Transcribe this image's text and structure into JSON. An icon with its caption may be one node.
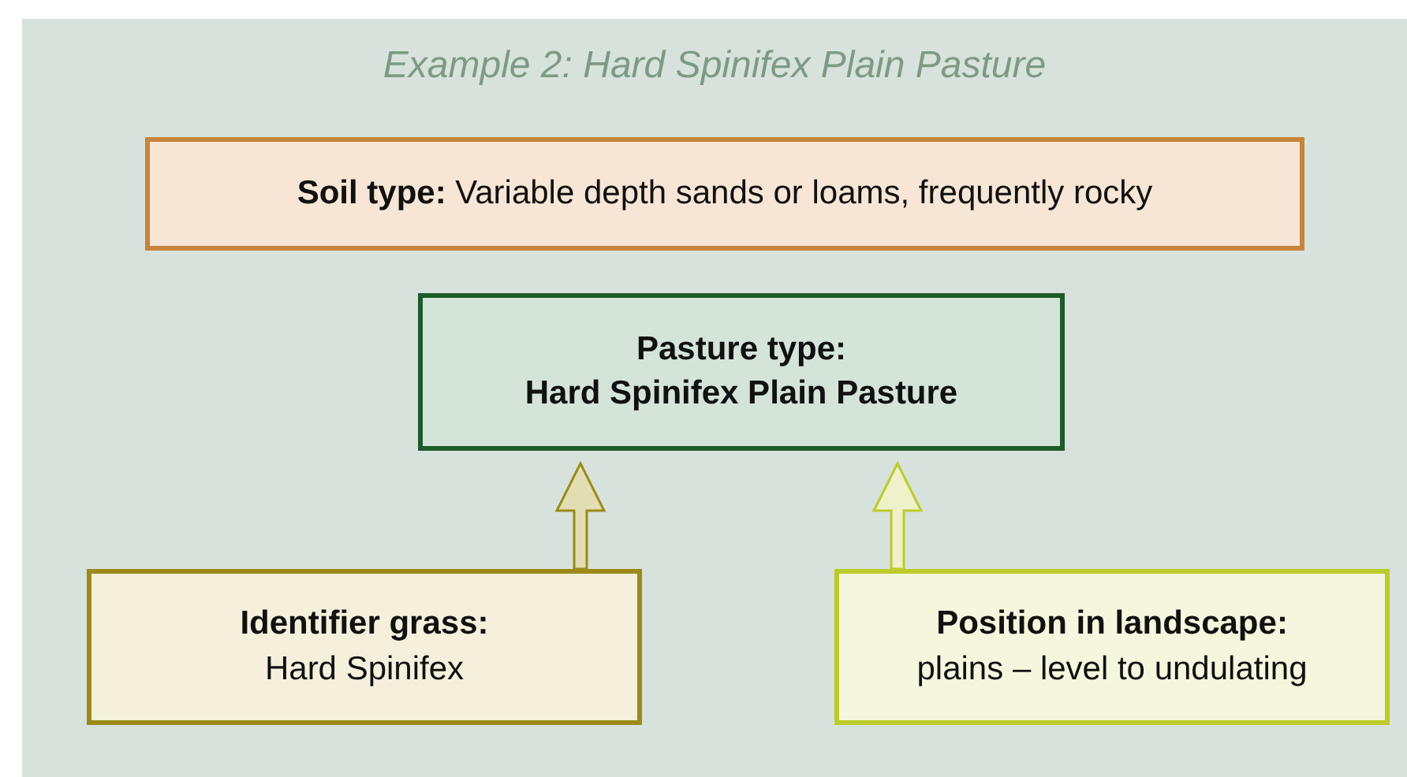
{
  "diagram": {
    "title": "Example 2: Hard Spinifex Plain Pasture",
    "nodes": [
      {
        "text": [
          "**Soil type:** Variable depth sands or loams, frequently rocky"
        ]
      },
      {
        "text": [
          "Pasture type:",
          "Hard Spinifex Plain Pasture"
        ]
      },
      {
        "text": [
          "Identifier grass:",
          "Hard Spinifex"
        ]
      },
      {
        "text": [
          "Position in landscape:",
          "plains – level to undulating"
        ]
      }
    ],
    "edges": [
      {
        "from": 2,
        "to": 1,
        "arrow": "to",
        "color": "#9b8a18"
      },
      {
        "from": 3,
        "to": 1,
        "arrow": "to",
        "color": "#bccb2a"
      }
    ]
  }
}
